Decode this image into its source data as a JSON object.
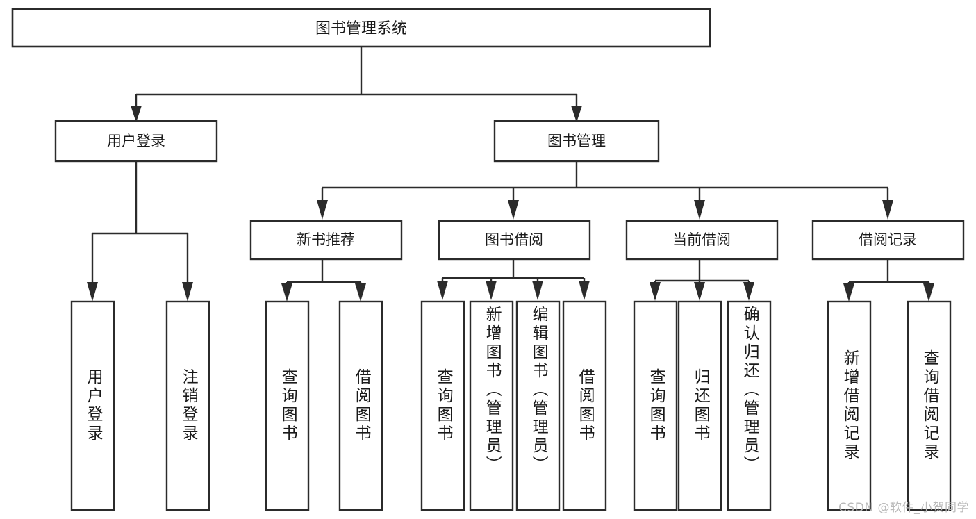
{
  "diagram": {
    "title": "图书管理系统",
    "watermark": "CSDN @软件_小贺同学",
    "type": "tree-hierarchy",
    "orientation": "top-down",
    "colors": {
      "stroke": "#2b2b2b",
      "fill": "#ffffff",
      "text": "#1a1a1a",
      "watermark": "#b9b9b9"
    },
    "root": {
      "label": "图书管理系统"
    },
    "level1": [
      {
        "id": "user-login",
        "label": "用户登录"
      },
      {
        "id": "book-manage",
        "label": "图书管理"
      }
    ],
    "level2": [
      {
        "id": "new-book-recommend",
        "label": "新书推荐",
        "parent": "book-manage"
      },
      {
        "id": "book-borrow",
        "label": "图书借阅",
        "parent": "book-manage"
      },
      {
        "id": "current-borrow",
        "label": "当前借阅",
        "parent": "book-manage"
      },
      {
        "id": "borrow-record",
        "label": "借阅记录",
        "parent": "book-manage"
      }
    ],
    "leaves": [
      {
        "id": "leaf-user-login",
        "label": "用户登录",
        "parent": "user-login"
      },
      {
        "id": "leaf-logout",
        "label": "注销登录",
        "parent": "user-login"
      },
      {
        "id": "leaf-query-book-1",
        "label": "查询图书",
        "parent": "new-book-recommend"
      },
      {
        "id": "leaf-borrow-book-1",
        "label": "借阅图书",
        "parent": "new-book-recommend"
      },
      {
        "id": "leaf-query-book-2",
        "label": "查询图书",
        "parent": "book-borrow"
      },
      {
        "id": "leaf-add-book",
        "label": "新增图书（管理员）",
        "parent": "book-borrow"
      },
      {
        "id": "leaf-edit-book",
        "label": "编辑图书（管理员）",
        "parent": "book-borrow"
      },
      {
        "id": "leaf-borrow-book-2",
        "label": "借阅图书",
        "parent": "book-borrow"
      },
      {
        "id": "leaf-query-book-3",
        "label": "查询图书",
        "parent": "current-borrow"
      },
      {
        "id": "leaf-return-book",
        "label": "归还图书",
        "parent": "current-borrow"
      },
      {
        "id": "leaf-confirm-return",
        "label": "确认归还（管理员）",
        "parent": "current-borrow"
      },
      {
        "id": "leaf-add-record",
        "label": "新增借阅记录",
        "parent": "borrow-record"
      },
      {
        "id": "leaf-query-record",
        "label": "查询借阅记录",
        "parent": "borrow-record"
      }
    ]
  }
}
